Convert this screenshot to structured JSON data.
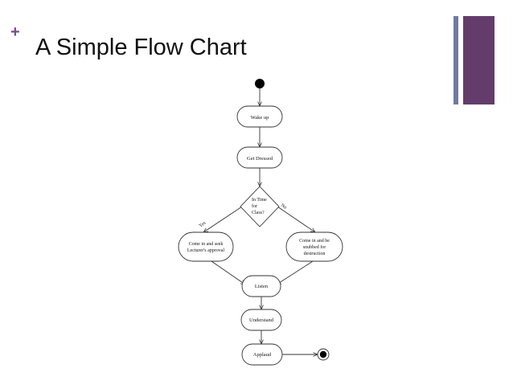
{
  "slide": {
    "bullet": "+",
    "title": "A Simple Flow Chart"
  },
  "flowchart": {
    "wake_up": "Wake up",
    "get_dressed": "Get Dressed",
    "decision": [
      "In Time",
      "for",
      "Class?"
    ],
    "yes_label": "Yes",
    "no_label": "No",
    "come_in_approval": [
      "Come in and seek",
      "Lecturer's approval"
    ],
    "come_in_snubbed": [
      "Come in and be",
      "snubbed for",
      "destruction"
    ],
    "listen": "Listen",
    "understand": "Understand",
    "applaud": "Applaud"
  },
  "colors": {
    "accent_purple": "#633c6b",
    "accent_blue": "#6f7ba3",
    "plus_color": "#7a4b8a"
  }
}
